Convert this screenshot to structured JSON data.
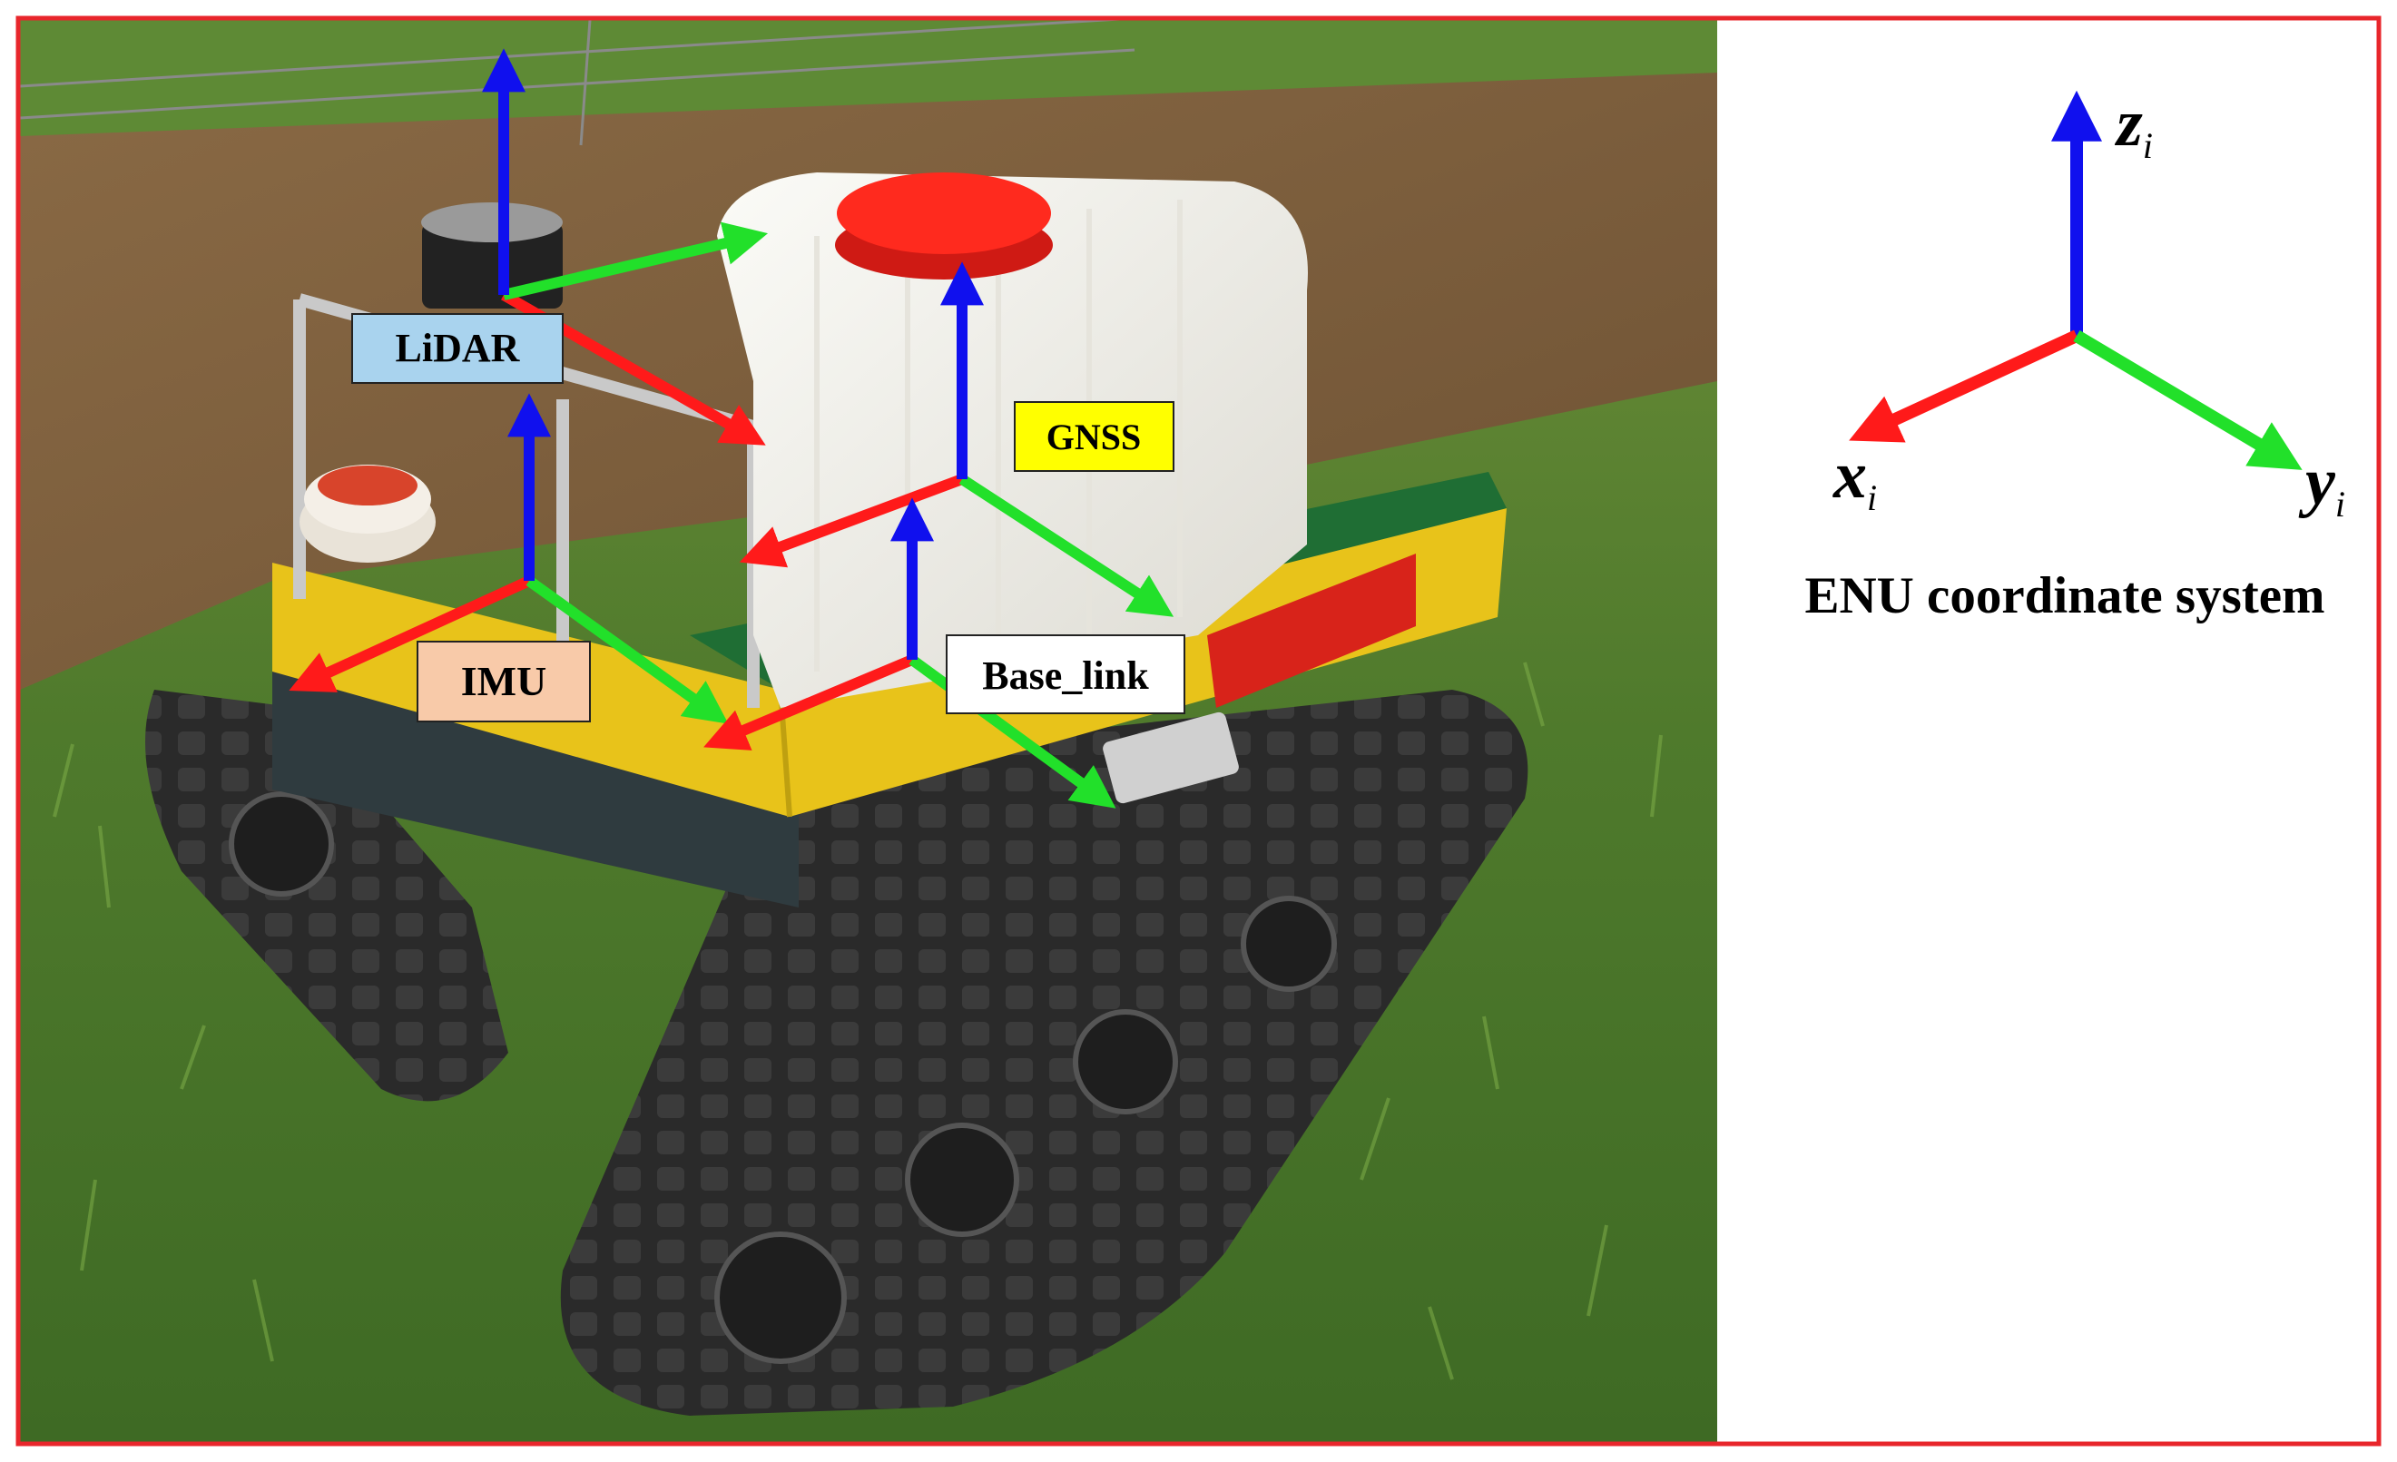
{
  "colors": {
    "frame": "#e8262b",
    "axis_x": "#ff1a1a",
    "axis_y": "#22e02a",
    "axis_z": "#1010ee",
    "label_lidar_bg": "#a9d3ee",
    "label_gnss_bg": "#ffff00",
    "label_imu_bg": "#f8caa9",
    "label_base_link_bg": "#ffffff"
  },
  "photo": {
    "frame_labels": {
      "lidar": "LiDAR",
      "gnss": "GNSS",
      "imu": "IMU",
      "base_link": "Base_link"
    }
  },
  "legend": {
    "axes": {
      "x": {
        "base": "x",
        "sub": "i"
      },
      "y": {
        "base": "y",
        "sub": "i"
      },
      "z": {
        "base": "z",
        "sub": "i"
      }
    },
    "caption": "ENU coordinate system"
  }
}
